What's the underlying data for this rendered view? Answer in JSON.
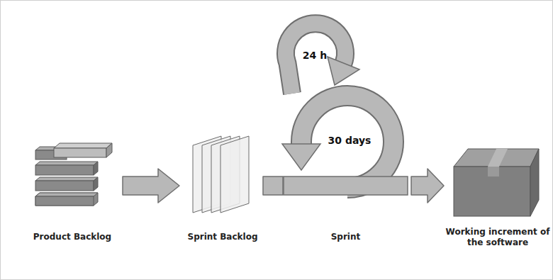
{
  "diagram": {
    "nodes": [
      {
        "text": [
          "Product Backlog"
        ]
      },
      {
        "text": [
          "Sprint Backlog"
        ]
      },
      {
        "text": [
          "Sprint"
        ]
      },
      {
        "text": [
          "Working increment of the software"
        ]
      }
    ],
    "edges": [
      {
        "from": 0,
        "to": 1,
        "arrow": "to"
      },
      {
        "from": 1,
        "to": 2,
        "arrow": "none"
      },
      {
        "from": 2,
        "to": 3,
        "arrow": "to"
      }
    ],
    "labels": [
      "24 h",
      "30 days"
    ]
  }
}
